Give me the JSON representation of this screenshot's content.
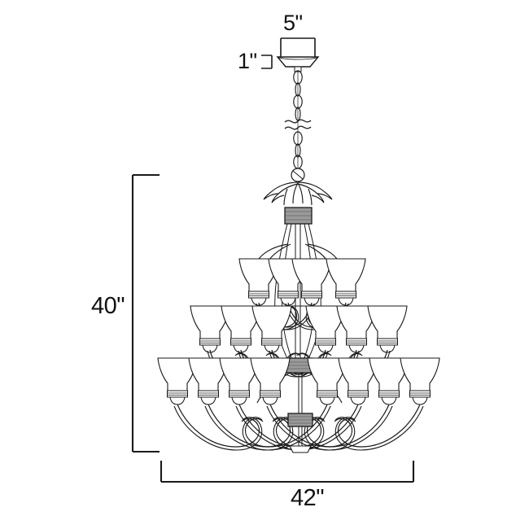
{
  "drawing": {
    "title": "Chandelier dimension drawing",
    "product_type": "3-tier 18-light scroll-arm chandelier",
    "line_color": "#1a1a1a",
    "band_color": "#8c8c8c",
    "background_color": "#ffffff"
  },
  "dimensions": {
    "canopy_width": "5\"",
    "canopy_height": "1\"",
    "overall_height": "40\"",
    "overall_width": "42\""
  },
  "parts": {
    "canopy": "canopy",
    "chain": "suspension-chain",
    "chain_break": "chain-break-symbol",
    "finial_cluster": "leaf-finial-cluster",
    "upper_band": "upper-collar-band",
    "center_band": "center-collar-band",
    "lower_band": "lower-collar-band",
    "shade": "bell-glass-shade",
    "scroll_arm": "scroll-arm"
  },
  "tiers": [
    {
      "name": "upper-tier",
      "shade_count": 4
    },
    {
      "name": "middle-tier",
      "shade_count": 6
    },
    {
      "name": "lower-tier",
      "shade_count": 8
    }
  ]
}
